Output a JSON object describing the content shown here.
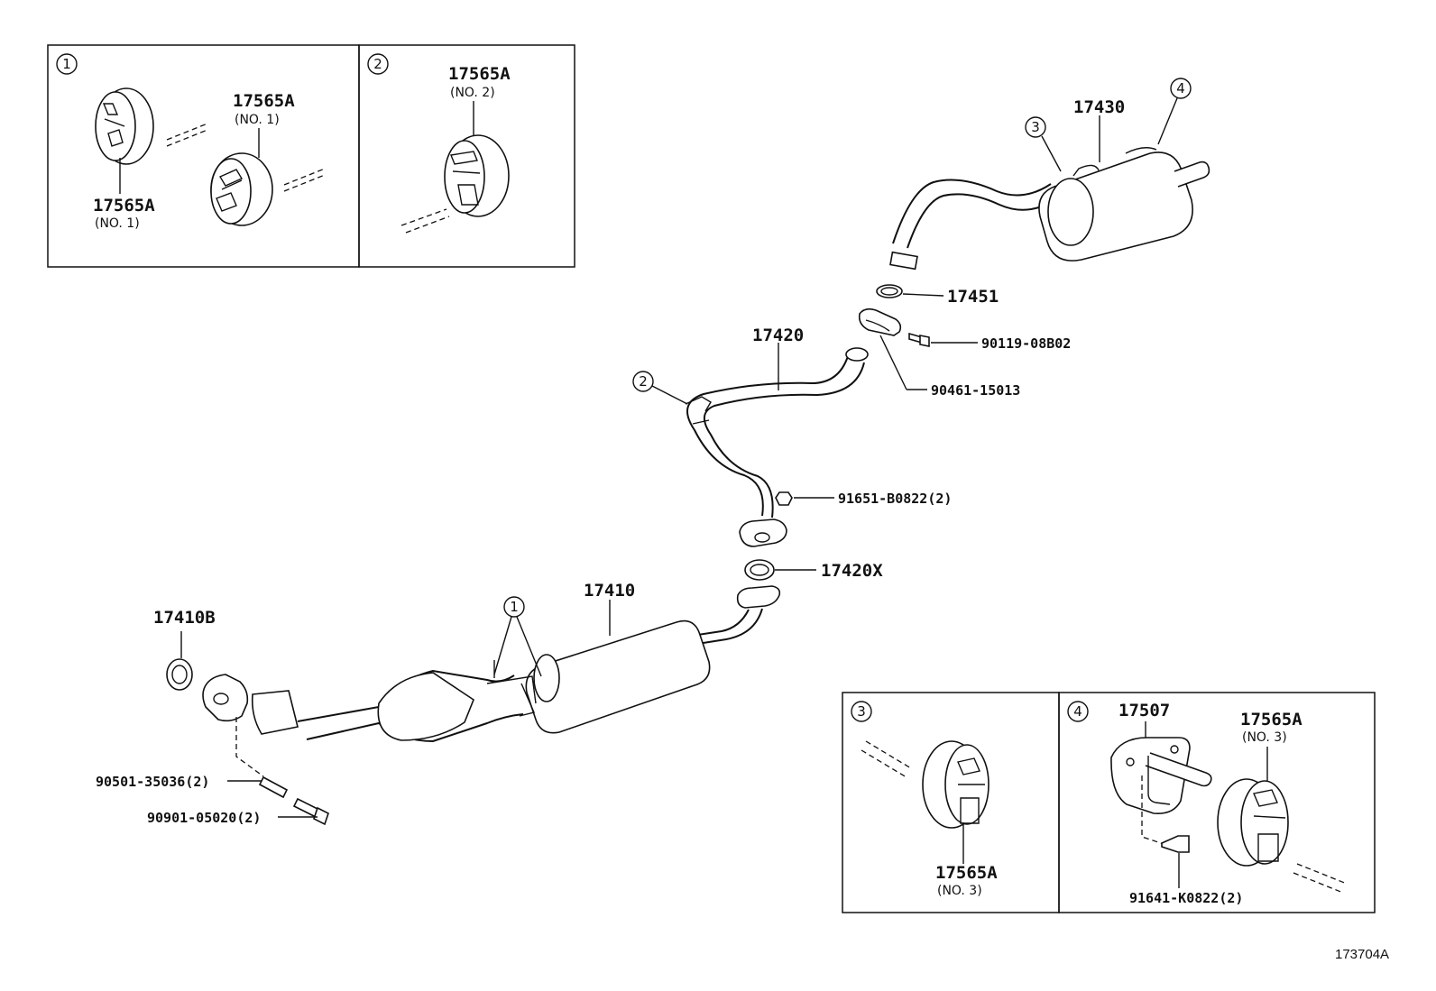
{
  "figure_code": "173704A",
  "inset_boxes": {
    "box1": {
      "callout": "1",
      "labels": [
        {
          "part": "17565A",
          "sub": "(NO. 1)"
        },
        {
          "part": "17565A",
          "sub": "(NO. 1)"
        }
      ]
    },
    "box2": {
      "callout": "2",
      "labels": [
        {
          "part": "17565A",
          "sub": "(NO. 2)"
        }
      ]
    },
    "box3": {
      "callout": "3",
      "labels": [
        {
          "part": "17565A",
          "sub": "(NO. 3)"
        }
      ]
    },
    "box4": {
      "callout": "4",
      "labels": [
        {
          "part": "17507",
          "sub": ""
        },
        {
          "part": "17565A",
          "sub": "(NO. 3)"
        },
        {
          "part": "91641-K0822(2)",
          "sub": ""
        }
      ]
    }
  },
  "main_parts": {
    "tailpipe_muffler": "17430",
    "gasket_17451": "17451",
    "bolt_90119": "90119-08B02",
    "clamp_90461": "90461-15013",
    "center_pipe": "17420",
    "nut_91651": "91651-B0822(2)",
    "gasket_17420x": "17420X",
    "front_pipe": "17410",
    "gasket_17410b": "17410B",
    "stud_90501": "90501-35036(2)",
    "bolt_90901": "90901-05020(2)"
  },
  "main_callouts": {
    "c1": "1",
    "c2": "2",
    "c3": "3",
    "c4": "4"
  }
}
